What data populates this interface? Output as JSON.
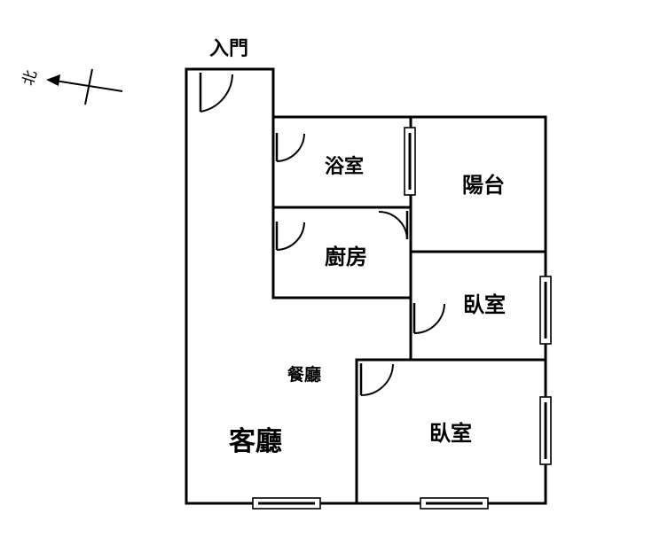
{
  "labels": {
    "entrance": "入門",
    "bathroom": "浴室",
    "balcony": "陽台",
    "kitchen": "廚房",
    "bedroom_1": "臥室",
    "dining": "餐廳",
    "living": "客廳",
    "bedroom_2": "臥室"
  },
  "compass": {
    "north_label": "北"
  },
  "colors": {
    "line": "#000000",
    "background": "#ffffff"
  }
}
